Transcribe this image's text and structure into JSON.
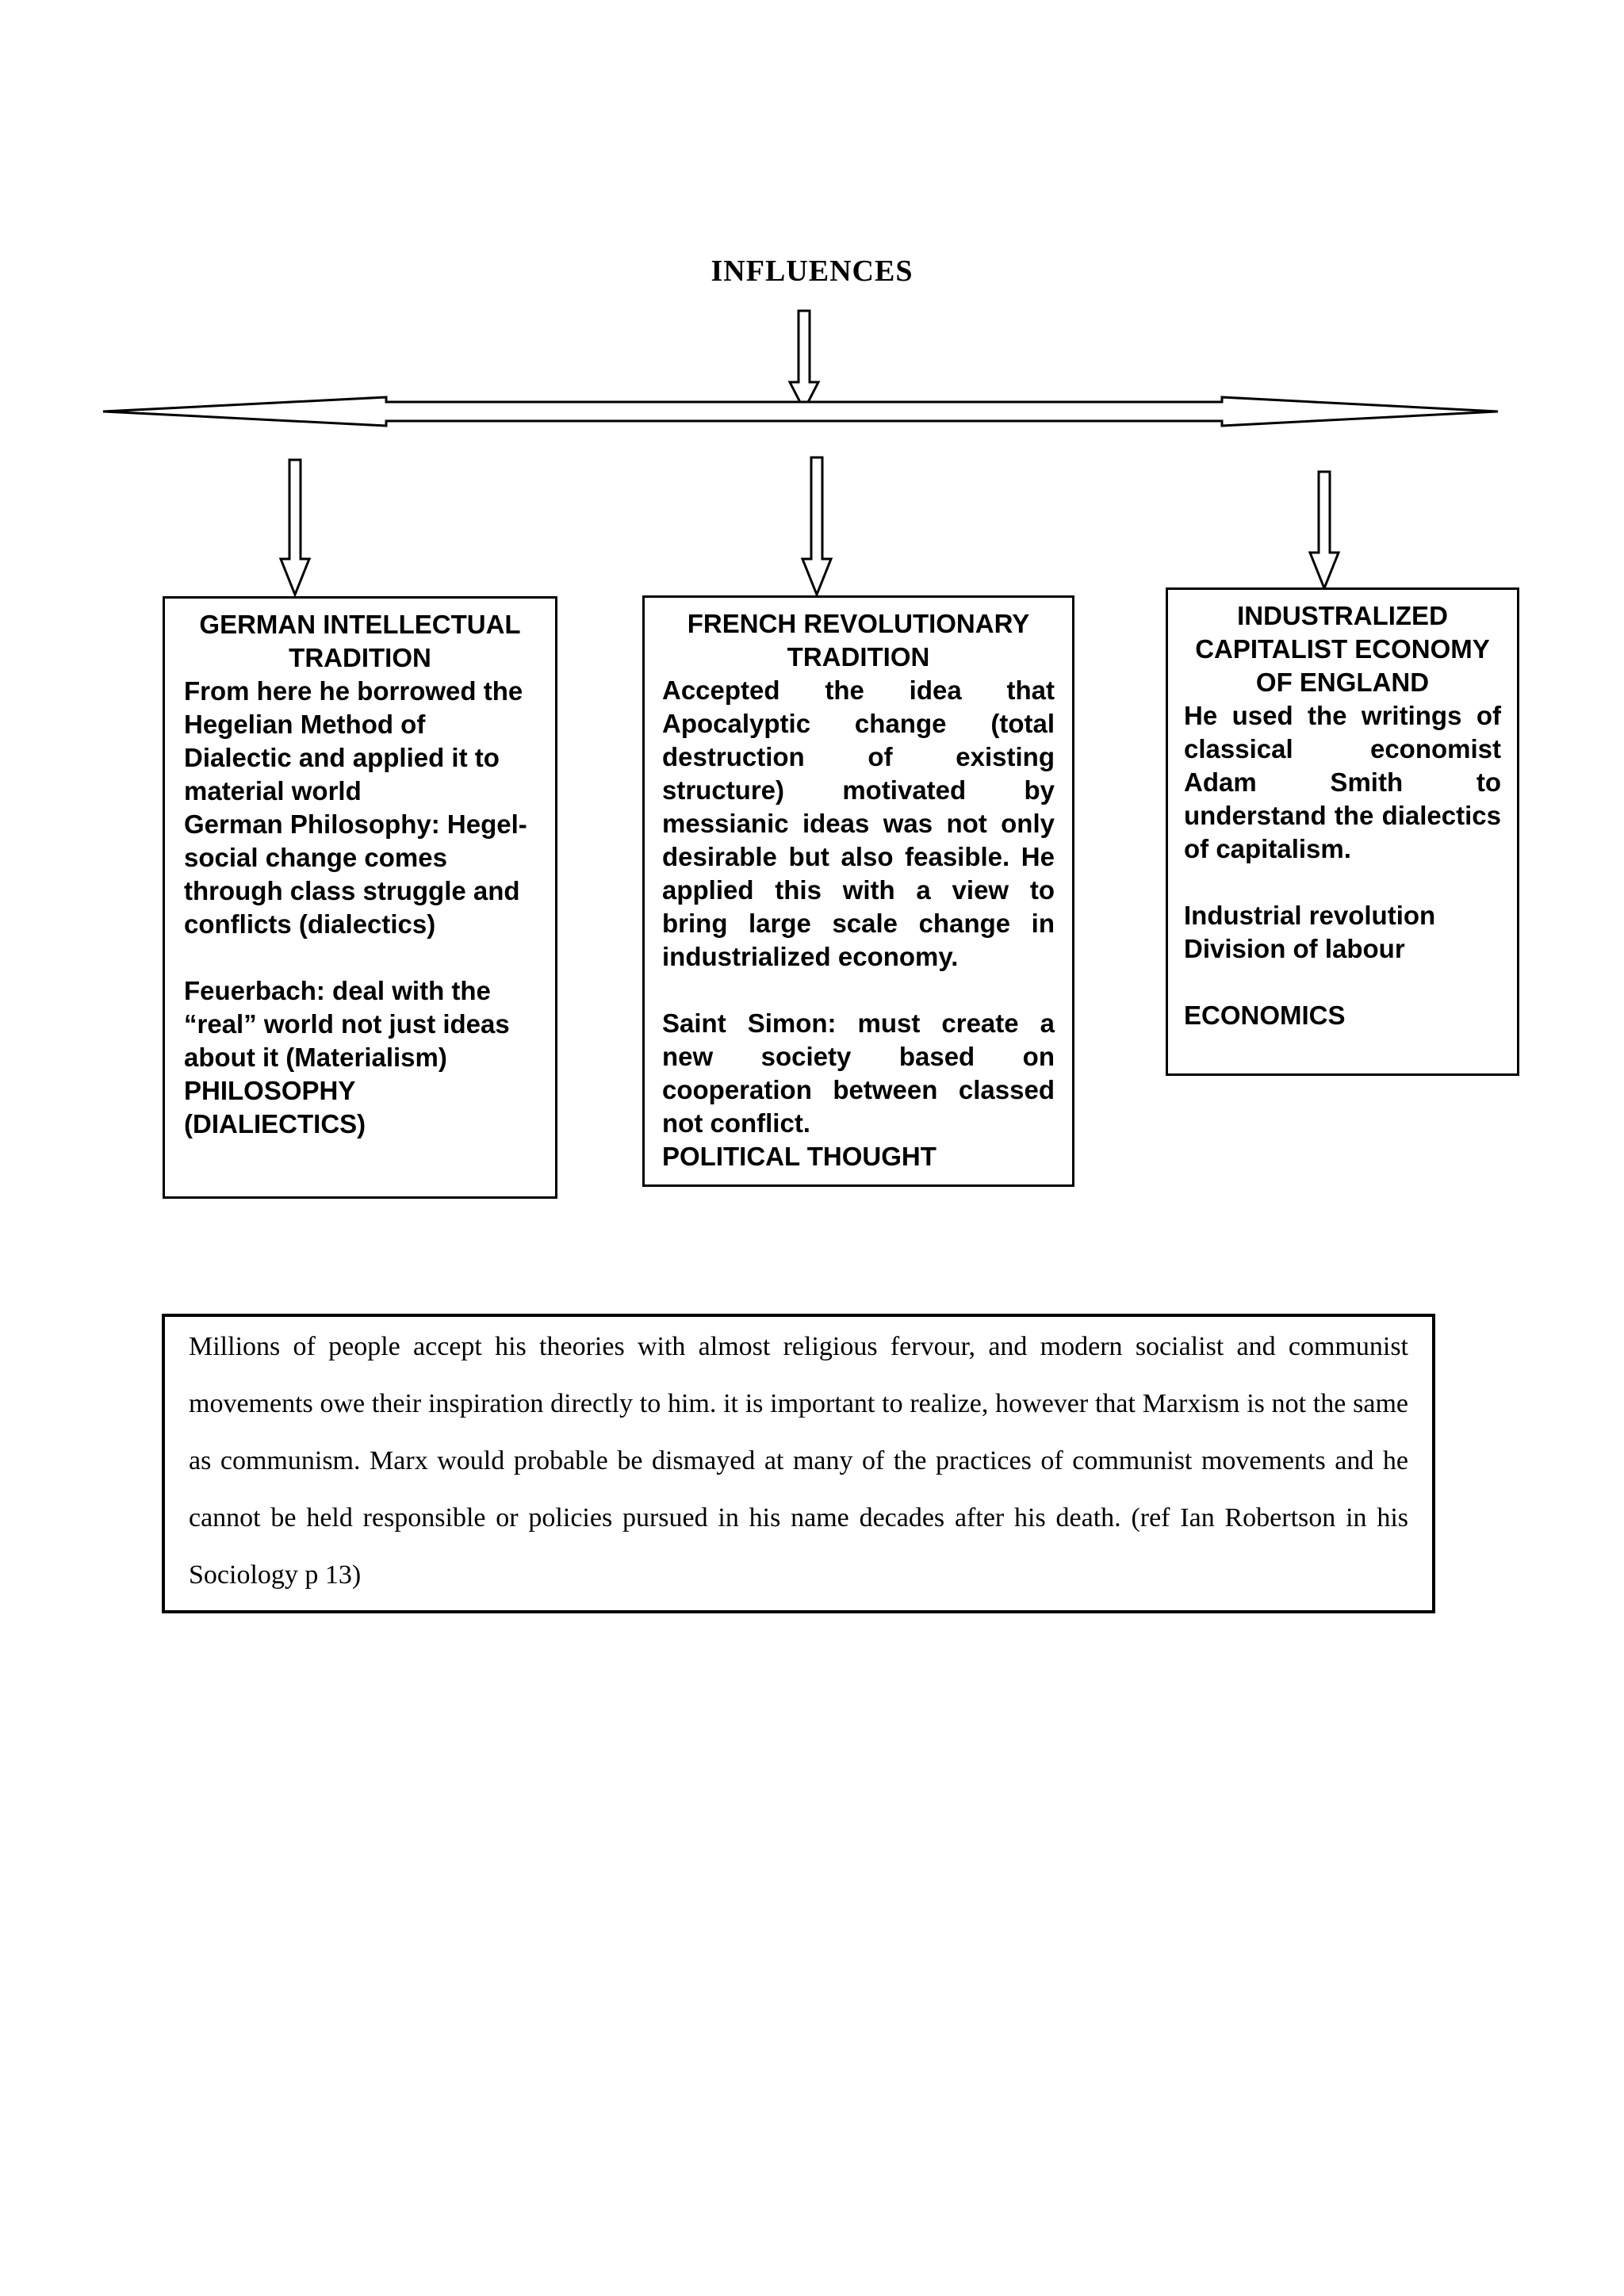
{
  "page": {
    "title": "INFLUENCES"
  },
  "icons": {
    "top_arrow": "down-arrow",
    "spread_arrow": "horizontal-double-headed-arrow",
    "branch_arrow": "down-arrow"
  },
  "branches": [
    {
      "title": "GERMAN INTELLECTUAL TRADITION",
      "paragraphs": [
        "From here he borrowed the Hegelian Method of Dialectic and applied it to material world",
        "German Philosophy: Hegel- social change comes through class struggle and conflicts (dialectics)",
        "Feuerbach: deal with the “real” world not just ideas about it (Materialism)",
        "PHILOSOPHY (DIALIECTICS)"
      ]
    },
    {
      "title": "FRENCH REVOLUTIONARY TRADITION",
      "paragraphs": [
        "Accepted the idea that Apocalyptic change (total destruction of existing structure) motivated by messianic ideas was not only desirable but also feasible. He applied this with a view to bring large scale change in industrialized economy.",
        "Saint Simon: must create a new society based on cooperation between classed not conflict.",
        "POLITICAL THOUGHT"
      ]
    },
    {
      "title": "INDUSTRALIZED CAPITALIST ECONOMY OF ENGLAND",
      "paragraphs": [
        "He used the writings of classical economist Adam Smith to understand the dialectics of capitalism.",
        "Industrial revolution",
        "Division of labour",
        "ECONOMICS"
      ]
    }
  ],
  "footnote": "Millions of people accept his theories with almost religious fervour, and modern socialist and communist movements owe their inspiration directly to him. it is important to realize, however that Marxism is not the same as communism. Marx would probable be dismayed at many of the practices of communist movements and he cannot be held responsible or policies pursued in his name decades after his death. (ref Ian Robertson in his Sociology p 13)"
}
